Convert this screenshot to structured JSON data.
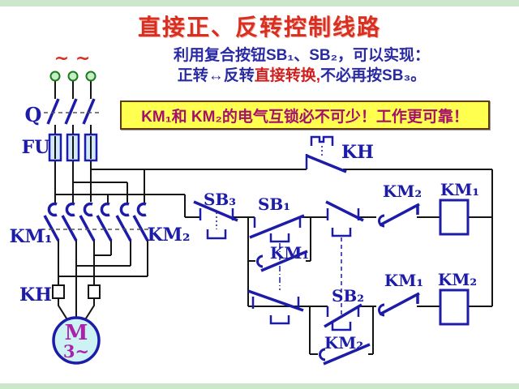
{
  "header": {
    "title": "直接正、反转控制线路",
    "subtitle_line1": "利用复合按钮SB₁、SB₂，可以实现：",
    "subtitle_line2_blue1": "正转↔反转",
    "subtitle_line2_red": "直接转换,",
    "subtitle_line2_blue2": "不必再按SB₃。",
    "banner": "KM₁和 KM₂的电气互锁必不可少！工作更可靠！"
  },
  "colors": {
    "title_red": "#d92f20",
    "text_blue": "#2a2aa4",
    "banner_bg": "#ffff4f",
    "banner_text": "#a5106c",
    "symbol_blue": "#1c1ca8",
    "wire_black": "#141414",
    "motor_fill": "#cdf2f4",
    "terminal_green": "#c6eec6"
  },
  "labels": {
    "ac_source": "~ ~",
    "q_switch": "Q",
    "fuse": "FU",
    "km1_main": "KM₁",
    "km2_main": "KM₂",
    "kh_overload": "KH",
    "motor_letter": "M",
    "motor_phases": "3~",
    "kh_contact": "KH",
    "sb3": "SB₃",
    "sb1": "SB₁",
    "km1_selfhold": "KM₁",
    "sb2": "SB₂",
    "km2_selfhold": "KM₂",
    "km2_interlock": "KM₂",
    "km1_coil": "KM₁",
    "km1_interlock": "KM₁",
    "km2_coil": "KM₂"
  }
}
